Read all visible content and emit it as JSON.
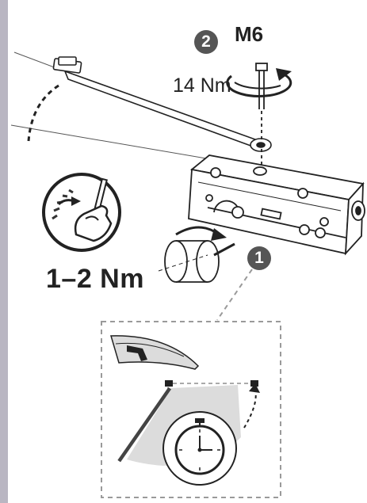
{
  "steps": [
    {
      "number": "2",
      "bolt": "M6",
      "torque": "14 Nm"
    },
    {
      "number": "1"
    }
  ],
  "adjustment": {
    "torque": "1–2 Nm"
  },
  "colors": {
    "sidebar": "#b9b6c2",
    "badge": "#555555",
    "line": "#222222",
    "panel_fill": "#dcdcdc",
    "dashed_border": "#9a9a9a"
  },
  "icons": [
    "rotate-arrow-icon",
    "hand-screwdriver-icon",
    "stopwatch-icon",
    "speed-valve-icon"
  ]
}
